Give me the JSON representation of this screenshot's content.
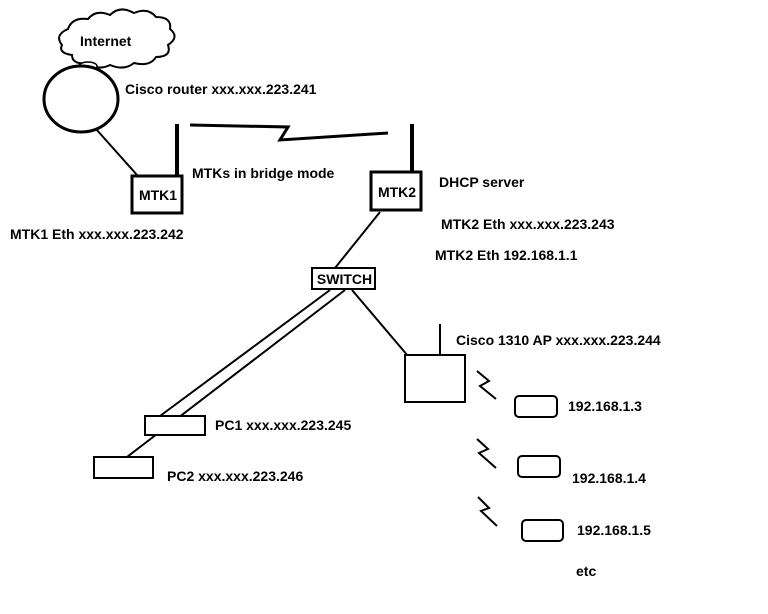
{
  "cloud_label": "Internet",
  "router_label": "Cisco router xxx.xxx.223.241",
  "mtk1": {
    "name": "MTK1",
    "eth": "MTK1 Eth xxx.xxx.223.242"
  },
  "bridge_label": "MTKs in bridge mode",
  "mtk2": {
    "name": "MTK2",
    "role": "DHCP server",
    "eth_public": "MTK2 Eth xxx.xxx.223.243",
    "eth_lan": "MTK2 Eth 192.168.1.1"
  },
  "switch_label": "SWITCH",
  "ap_label": "Cisco 1310 AP xxx.xxx.223.244",
  "pc1_label": "PC1 xxx.xxx.223.245",
  "pc2_label": "PC2 xxx.xxx.223.246",
  "clients": [
    "192.168.1.3",
    "192.168.1.4",
    "192.168.1.5"
  ],
  "etc_label": "etc"
}
